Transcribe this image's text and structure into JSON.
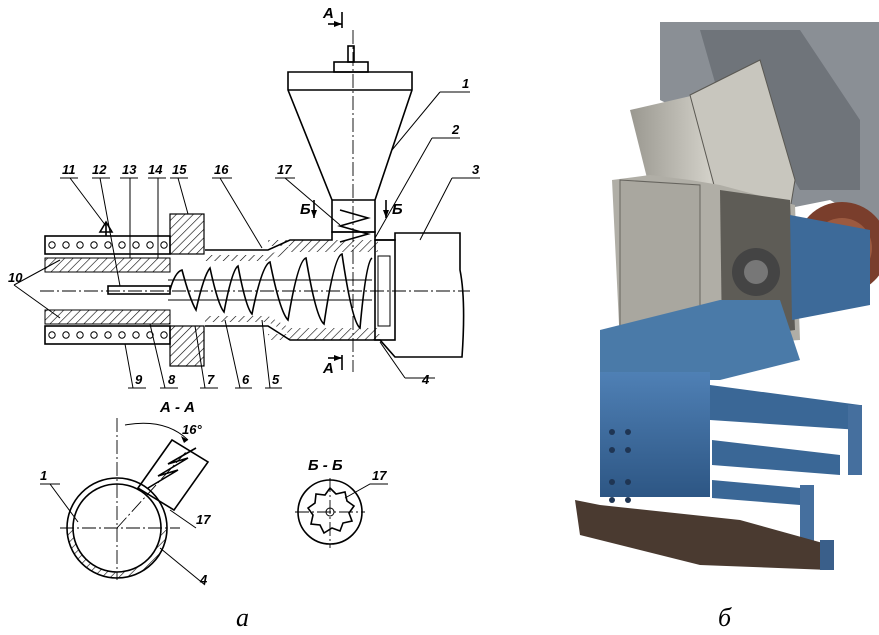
{
  "section_aa": {
    "arrow_letter": "А",
    "title": "А - А",
    "angle": "16°"
  },
  "section_bb": {
    "arrow_letter": "Б",
    "title": "Б - Б"
  },
  "part_numbers": [
    "1",
    "2",
    "3",
    "4",
    "5",
    "6",
    "7",
    "8",
    "9",
    "10",
    "11",
    "12",
    "13",
    "14",
    "15",
    "16",
    "17"
  ],
  "detail_labels": {
    "aa_1": "1",
    "aa_17": "17",
    "aa_4": "4",
    "bb_17": "17"
  },
  "captions": {
    "left": "а",
    "right": "б"
  },
  "colors": {
    "ink": "#000000",
    "machine_blue": "#3b6ea5",
    "steel": "#8c8a82",
    "rust": "#7a4a32"
  }
}
